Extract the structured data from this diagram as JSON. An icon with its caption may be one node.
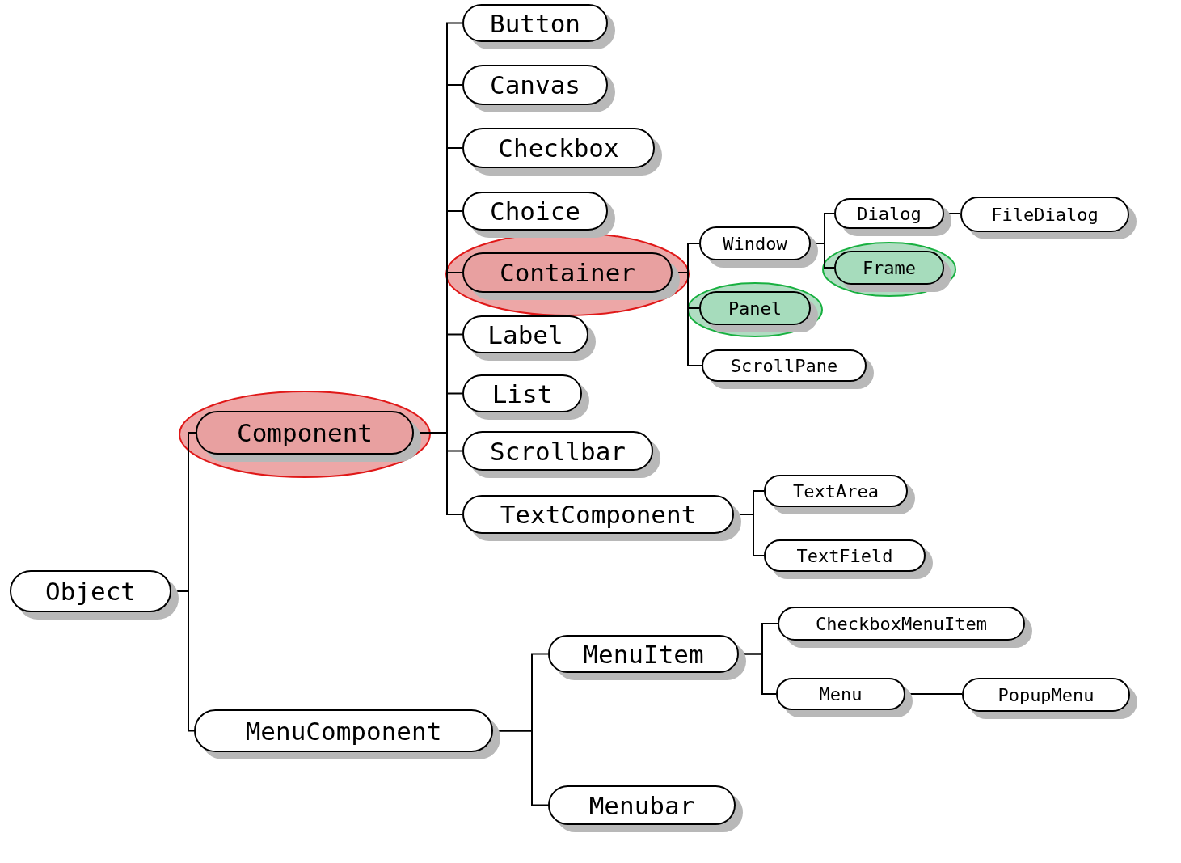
{
  "diagram": {
    "nodes": [
      {
        "text": [
          "Object"
        ]
      },
      {
        "text": [
          "Component"
        ]
      },
      {
        "text": [
          "MenuComponent"
        ]
      },
      {
        "text": [
          "Button"
        ]
      },
      {
        "text": [
          "Canvas"
        ]
      },
      {
        "text": [
          "Checkbox"
        ]
      },
      {
        "text": [
          "Choice"
        ]
      },
      {
        "text": [
          "Container"
        ]
      },
      {
        "text": [
          "Label"
        ]
      },
      {
        "text": [
          "List"
        ]
      },
      {
        "text": [
          "Scrollbar"
        ]
      },
      {
        "text": [
          "TextComponent"
        ]
      },
      {
        "text": [
          "Window"
        ]
      },
      {
        "text": [
          "Panel"
        ]
      },
      {
        "text": [
          "ScrollPane"
        ]
      },
      {
        "text": [
          "Dialog"
        ]
      },
      {
        "text": [
          "FileDialog"
        ]
      },
      {
        "text": [
          "Frame"
        ]
      },
      {
        "text": [
          "TextArea"
        ]
      },
      {
        "text": [
          "TextField"
        ]
      },
      {
        "text": [
          "MenuItem"
        ]
      },
      {
        "text": [
          "Menubar"
        ]
      },
      {
        "text": [
          "CheckboxMenuItem"
        ]
      },
      {
        "text": [
          "Menu"
        ]
      },
      {
        "text": [
          "PopupMenu"
        ]
      }
    ],
    "edges": [
      {
        "from": 0,
        "to": 1,
        "arrow": "none"
      },
      {
        "from": 0,
        "to": 2,
        "arrow": "none"
      },
      {
        "from": 1,
        "to": 3,
        "arrow": "none"
      },
      {
        "from": 1,
        "to": 4,
        "arrow": "none"
      },
      {
        "from": 1,
        "to": 5,
        "arrow": "none"
      },
      {
        "from": 1,
        "to": 6,
        "arrow": "none"
      },
      {
        "from": 1,
        "to": 7,
        "arrow": "none"
      },
      {
        "from": 1,
        "to": 8,
        "arrow": "none"
      },
      {
        "from": 1,
        "to": 9,
        "arrow": "none"
      },
      {
        "from": 1,
        "to": 10,
        "arrow": "none"
      },
      {
        "from": 1,
        "to": 11,
        "arrow": "none"
      },
      {
        "from": 7,
        "to": 12,
        "arrow": "none"
      },
      {
        "from": 7,
        "to": 13,
        "arrow": "none"
      },
      {
        "from": 7,
        "to": 14,
        "arrow": "none"
      },
      {
        "from": 12,
        "to": 15,
        "arrow": "none"
      },
      {
        "from": 12,
        "to": 17,
        "arrow": "none"
      },
      {
        "from": 15,
        "to": 16,
        "arrow": "none"
      },
      {
        "from": 11,
        "to": 18,
        "arrow": "none"
      },
      {
        "from": 11,
        "to": 19,
        "arrow": "none"
      },
      {
        "from": 2,
        "to": 20,
        "arrow": "none"
      },
      {
        "from": 2,
        "to": 21,
        "arrow": "none"
      },
      {
        "from": 20,
        "to": 22,
        "arrow": "none"
      },
      {
        "from": 20,
        "to": 23,
        "arrow": "none"
      },
      {
        "from": 23,
        "to": 24,
        "arrow": "none"
      }
    ]
  }
}
